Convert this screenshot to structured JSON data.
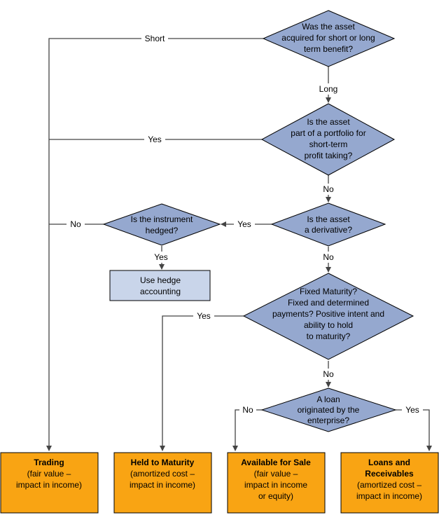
{
  "decisions": {
    "d1": [
      "Was the asset",
      "acquired for short or long",
      "term benefit?"
    ],
    "d2": [
      "Is the asset",
      "part of a portfolio for",
      "short-term",
      "profit taking?"
    ],
    "d3": [
      "Is the asset",
      "a derivative?"
    ],
    "d4": [
      "Is the instrument",
      "hedged?"
    ],
    "d5": [
      "Fixed Maturity?",
      "Fixed and determined",
      "payments? Positive intent and",
      "ability to hold",
      "to maturity?"
    ],
    "d6": [
      "A loan",
      "originated by the",
      "enterprise?"
    ]
  },
  "process": {
    "hedge": [
      "Use hedge",
      "accounting"
    ]
  },
  "outcomes": {
    "trading": {
      "title": "Trading",
      "lines": [
        "(fair value –",
        "impact in income)"
      ]
    },
    "held": {
      "title": "Held to Maturity",
      "lines": [
        "(amortized cost –",
        "impact in income)"
      ]
    },
    "afs": {
      "title": "Available for Sale",
      "lines": [
        "(fair value –",
        "impact in income",
        "or equity)"
      ]
    },
    "loans": {
      "title": "Loans and",
      "title2": "Receivables",
      "lines": [
        "(amortized cost –",
        "impact in income)"
      ]
    }
  },
  "labels": {
    "short": "Short",
    "long": "Long",
    "yes_d2": "Yes",
    "no_d2": "No",
    "yes_d3": "Yes",
    "no_d3": "No",
    "no_d4": "No",
    "yes_d4": "Yes",
    "yes_d5": "Yes",
    "no_d5": "No",
    "no_d6": "No",
    "yes_d6": "Yes"
  },
  "colors": {
    "decision_fill": "#95A8CF",
    "outcome_fill": "#F9A413",
    "process_fill": "#C9D5EA"
  }
}
